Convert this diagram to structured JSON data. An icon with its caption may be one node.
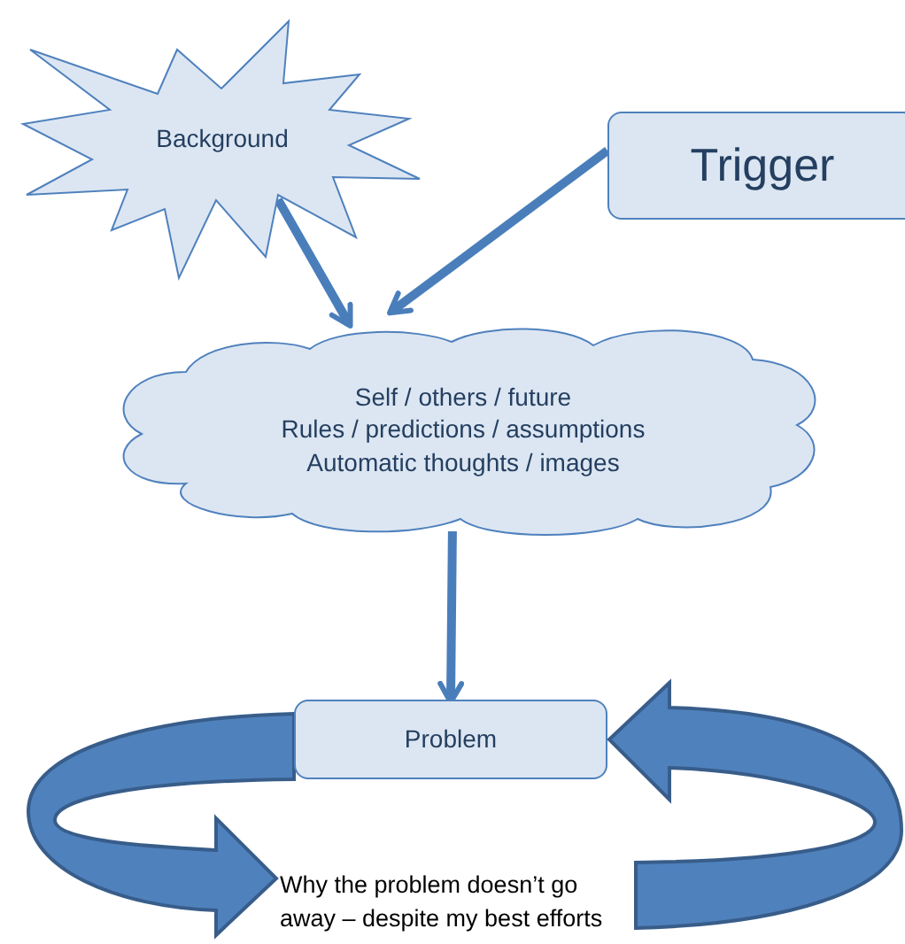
{
  "diagram": {
    "nodes": [
      {
        "text": [
          "Background"
        ]
      },
      {
        "text": [
          "Trigger"
        ]
      },
      {
        "text": [
          "Self / others / future",
          "Rules / predictions / assumptions",
          "Automatic thoughts / images"
        ]
      },
      {
        "text": [
          "Problem"
        ]
      },
      {
        "text": [
          "Why the problem doesn’t go away – despite my best efforts"
        ]
      }
    ],
    "edges": [
      {
        "from": 0,
        "to": 2,
        "arrow": "to"
      },
      {
        "from": 1,
        "to": 2,
        "arrow": "to"
      },
      {
        "from": 2,
        "to": 3,
        "arrow": "to"
      },
      {
        "from": 3,
        "to": 4,
        "arrow": "to",
        "style": "thick"
      },
      {
        "from": 4,
        "to": 3,
        "arrow": "to",
        "style": "thick"
      }
    ]
  }
}
